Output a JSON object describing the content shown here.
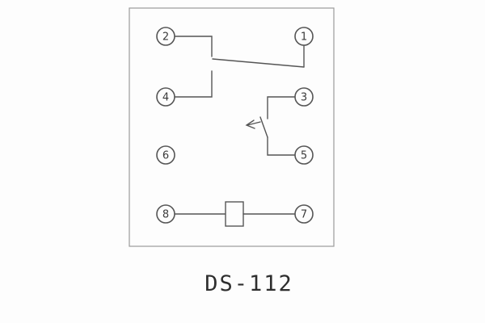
{
  "diagram": {
    "title": "DS-112",
    "terminals": {
      "t1": "1",
      "t2": "2",
      "t3": "3",
      "t4": "4",
      "t5": "5",
      "t6": "6",
      "t7": "7",
      "t8": "8"
    }
  },
  "colors": {
    "wire": "#555555",
    "border": "#9a9a9a",
    "caption_text": "#2e2e2e"
  }
}
